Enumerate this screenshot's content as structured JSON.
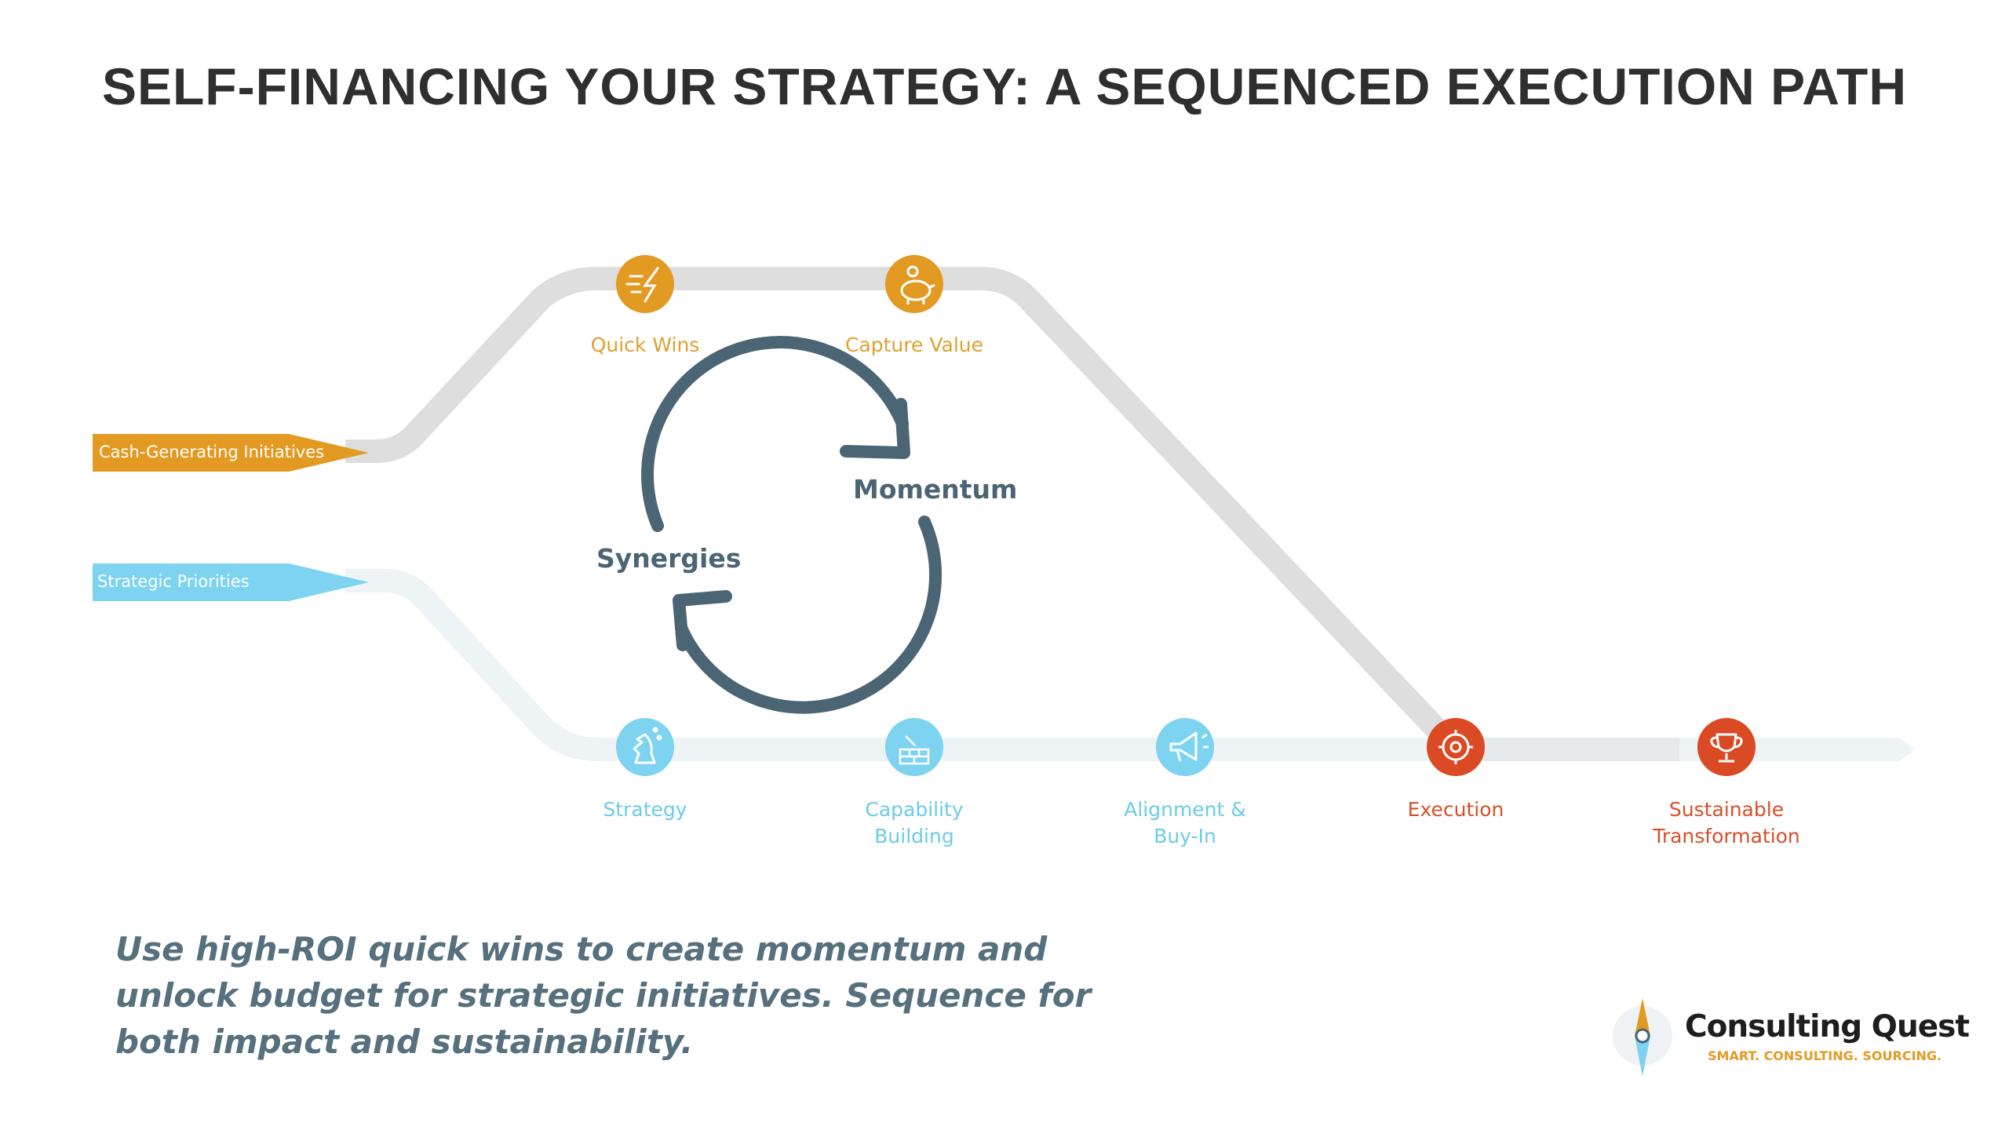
{
  "title": "SELF-FINANCING YOUR STRATEGY: A SEQUENCED EXECUTION PATH",
  "inputs": {
    "cash": "Cash-Generating Initiatives",
    "strategic": "Strategic Priorities"
  },
  "milestones_top": {
    "quick_wins": "Quick Wins",
    "capture_value": "Capture Value"
  },
  "milestones_bottom": {
    "strategy": "Strategy",
    "capability_building": [
      "Capability",
      "Building"
    ],
    "alignment": [
      "Alignment &",
      "Buy-In"
    ],
    "execution": "Execution",
    "sustainable": [
      "Sustainable",
      "Transformation"
    ]
  },
  "cycle": {
    "momentum": "Momentum",
    "synergies": "Synergies"
  },
  "tagline": "Use high-ROI quick wins to create momentum and unlock budget for strategic initiatives. Sequence for both impact and sustainability.",
  "brand": {
    "name": "Consulting Quest",
    "slogan": "SMART. CONSULTING. SOURCING."
  },
  "colors": {
    "orange": "#e39a23",
    "blue": "#7dd3f0",
    "red": "#d94a25",
    "cycle": "#4b6574",
    "track_gray": "#dedede",
    "track_light": "#eef3f6"
  },
  "icons": {
    "quick_wins": "fast-bolt-icon",
    "capture_value": "piggy-bank-icon",
    "strategy": "chess-knight-icon",
    "capability_building": "brick-wall-icon",
    "alignment": "megaphone-icon",
    "execution": "gear-icon",
    "sustainable": "trophy-icon"
  }
}
